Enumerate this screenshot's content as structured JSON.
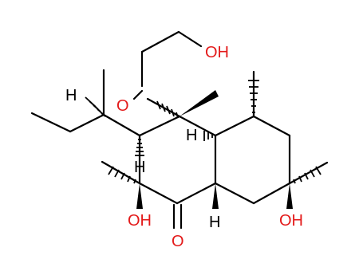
{
  "molecule": {
    "atom_labels": {
      "hydroxyl_chain": "OH",
      "ether_oxygen": "O",
      "h_side_chain": "H",
      "h_ring_c1": "H",
      "h_ring_junction_upper": "H",
      "h_ring_junction_lower": "H",
      "hydroxyl_left": "OH",
      "ketone_oxygen": "O",
      "hydroxyl_right": "OH"
    },
    "colors": {
      "oxygen": "#e31a1a",
      "bond": "#000000",
      "hydrogen": "#000000"
    }
  }
}
